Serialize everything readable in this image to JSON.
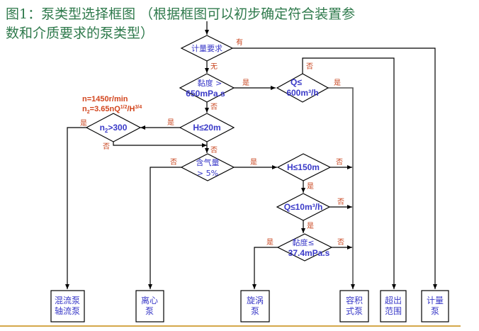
{
  "title": {
    "line1": "图1：泵类型选择框图 （根据框图可以初步确定符合装置参",
    "line2": "数和介质要求的泵类型）"
  },
  "formula": {
    "line1": "n=1450r/min",
    "line2_prefix": "n",
    "line2_sub": "2",
    "line2_mid": "=3.65nQ",
    "line2_sup1": "1/2",
    "line2_mid2": "/H",
    "line2_sup2": "3/4"
  },
  "decisions": {
    "metering": "计量要求",
    "viscosity_high": {
      "l1": "黏度 >",
      "l2": "650mPa.s"
    },
    "q600": {
      "l1": "Q≤",
      "l2": "600m³/h"
    },
    "h20": "H≤20m",
    "n2": {
      "pre": "n",
      "sub": "2",
      "post": ">300"
    },
    "gas": {
      "l1": "含气量",
      "l2": "> 5%"
    },
    "h150": "H≤150m",
    "q10": "Q≤10m³/h",
    "viscosity_low": {
      "l1": "黏度≤",
      "l2": "37.4mPa.s"
    }
  },
  "labels": {
    "has": "有",
    "none": "无",
    "yes": "是",
    "no": "否"
  },
  "outcomes": [
    {
      "l1": "混流泵",
      "l2": "轴流泵"
    },
    {
      "l1": "离心",
      "l2": "泵"
    },
    {
      "l1": "旋涡",
      "l2": "泵"
    },
    {
      "l1": "容积",
      "l2": "式泵"
    },
    {
      "l1": "超出",
      "l2": "范围"
    },
    {
      "l1": "计量",
      "l2": "泵"
    }
  ],
  "colors": {
    "title": "#2f7a4c",
    "node_text": "#3a3ac8",
    "branch_label": "#c8441e",
    "rule": "#d4a84a"
  }
}
